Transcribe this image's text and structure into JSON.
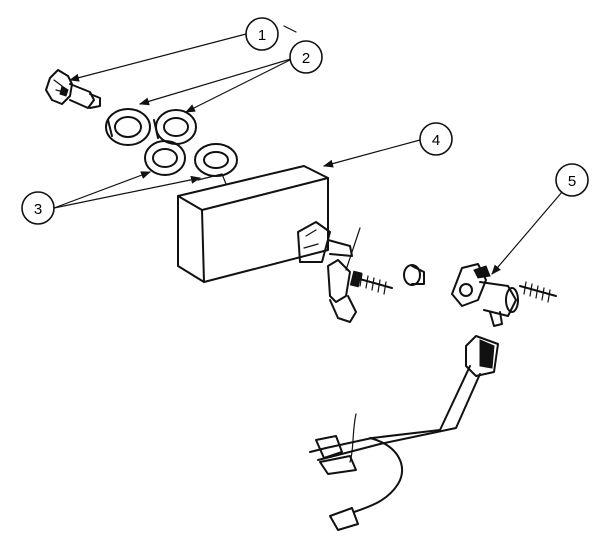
{
  "callouts": [
    {
      "id": "1",
      "label": "1"
    },
    {
      "id": "2",
      "label": "2"
    },
    {
      "id": "3",
      "label": "3"
    },
    {
      "id": "4",
      "label": "4"
    },
    {
      "id": "5",
      "label": "5"
    }
  ],
  "colors": {
    "ink": "#111111",
    "background": "#ffffff"
  }
}
